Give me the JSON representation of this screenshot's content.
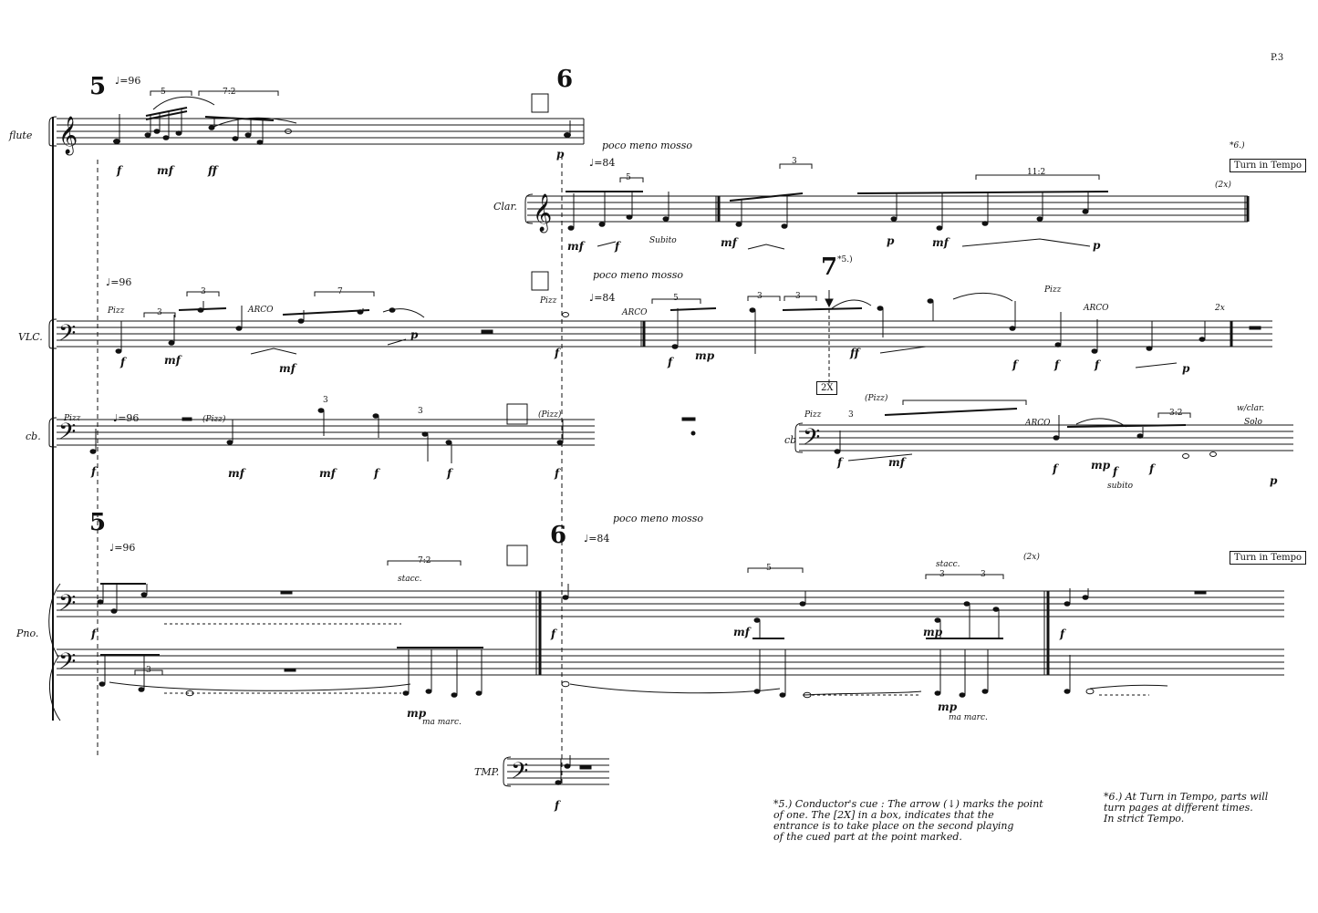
{
  "page_number": "P.3",
  "rehearsal": {
    "r5": "5",
    "r6": "6",
    "r7": "7",
    "r7_ref": "*5.)"
  },
  "instruments": {
    "flute": "flute",
    "clarinet": "Clar.",
    "cello": "VLC.",
    "bass": "cb.",
    "bass_cue": "cb",
    "piano": "Pno.",
    "timpani": "TMP."
  },
  "tempo": {
    "t96": "♩=96",
    "t84": "♩=84",
    "poco_meno_mosso": "poco meno mosso"
  },
  "markings": {
    "pizz": "Pizz",
    "pizz_paren": "(Pizz)",
    "arco": "ARCO",
    "subito": "Subito",
    "subito_lc": "subito",
    "stacc": "stacc.",
    "ma_marc": "ma marc.",
    "x2": "(2x)",
    "x2_plain": "2x",
    "box2x": "2X",
    "w_clar": "w/clar.",
    "solo": "Solo",
    "tuplet5": "5",
    "tuplet3": "3",
    "tuplet7": "7",
    "tuplet72": "7:2",
    "tuplet112": "11:2",
    "tuplet32": "3:2",
    "turn_in_tempo": "Turn in Tempo",
    "ref6": "*6.)"
  },
  "dynamics": {
    "f": "f",
    "mf": "mf",
    "mp": "mp",
    "p": "p",
    "ff": "ff"
  },
  "footnotes": {
    "five": "*5.) Conductor's cue : The arrow (↓) marks the point\nof one. The [2X] in a box, indicates that the\nentrance is to take place on the second playing\nof the cued part at the point marked.",
    "six": "*6.) At Turn in Tempo, parts will\nturn pages at different times.\nIn strict Tempo."
  }
}
